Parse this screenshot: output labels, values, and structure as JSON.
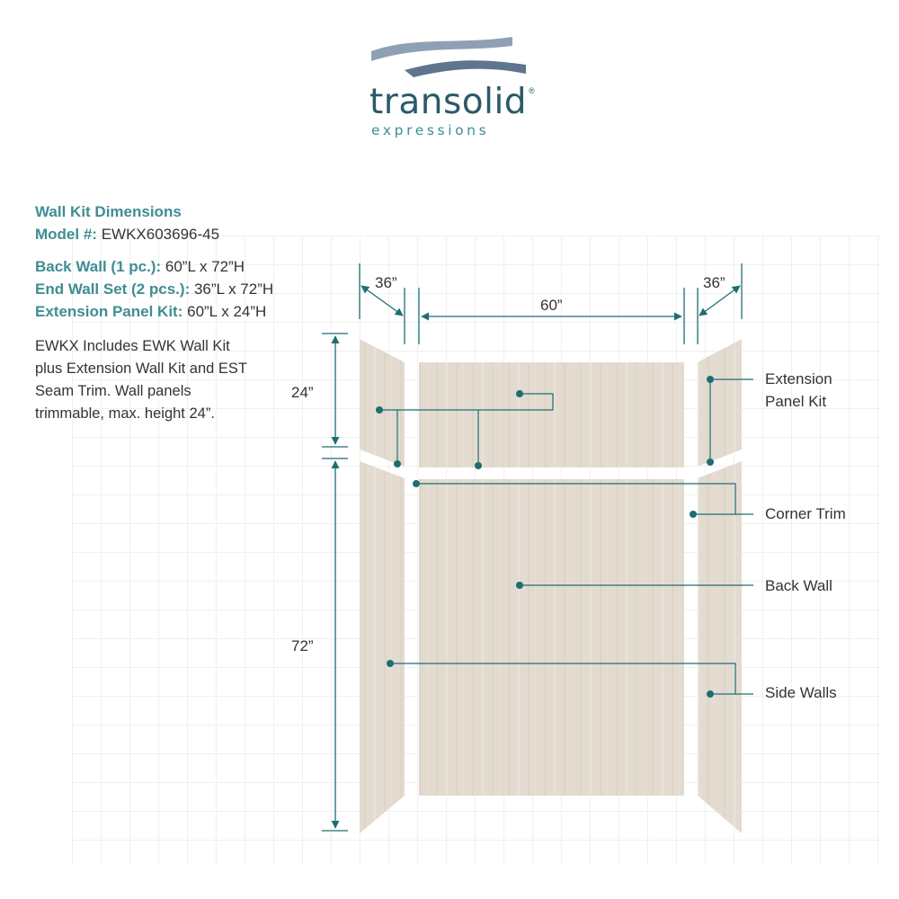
{
  "brand": {
    "name": "transolid",
    "registered_mark": "®",
    "tagline": "expressions"
  },
  "specs": {
    "title": "Wall Kit Dimensions",
    "model_label": "Model #:",
    "model_value": "EWKX603696-45",
    "back_wall_label": "Back Wall (1 pc.):",
    "back_wall_value": "60”L x 72”H",
    "end_wall_label": "End Wall Set (2 pcs.):",
    "end_wall_value": "36”L x 72”H",
    "extension_label": "Extension Panel Kit:",
    "extension_value": "60”L x 24”H",
    "description": "EWKX Includes EWK Wall Kit plus Extension Wall Kit and EST Seam Trim. Wall panels trimmable, max. height 24”."
  },
  "dimensions": {
    "left_width": "36”",
    "back_width": "60”",
    "right_width": "36”",
    "upper_height": "24”",
    "lower_height": "72”"
  },
  "callouts": {
    "extension_panel_kit": "Extension Panel Kit",
    "corner_trim": "Corner Trim",
    "back_wall": "Back Wall",
    "side_walls": "Side Walls"
  },
  "colors": {
    "accent_teal": "#3f8d93",
    "leader_line": "#1f6e73",
    "panel": "#e3dbd0",
    "logo_wave_light": "#8fa0b4",
    "logo_wave_dark": "#5f748d"
  }
}
